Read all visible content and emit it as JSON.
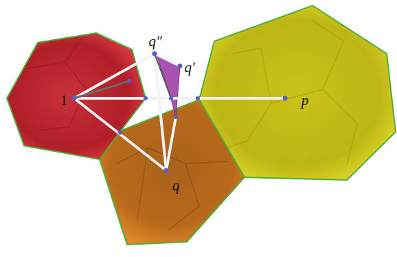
{
  "diagram": {
    "labels": [
      "q″",
      "q′",
      "1",
      "p",
      "q"
    ]
  }
}
